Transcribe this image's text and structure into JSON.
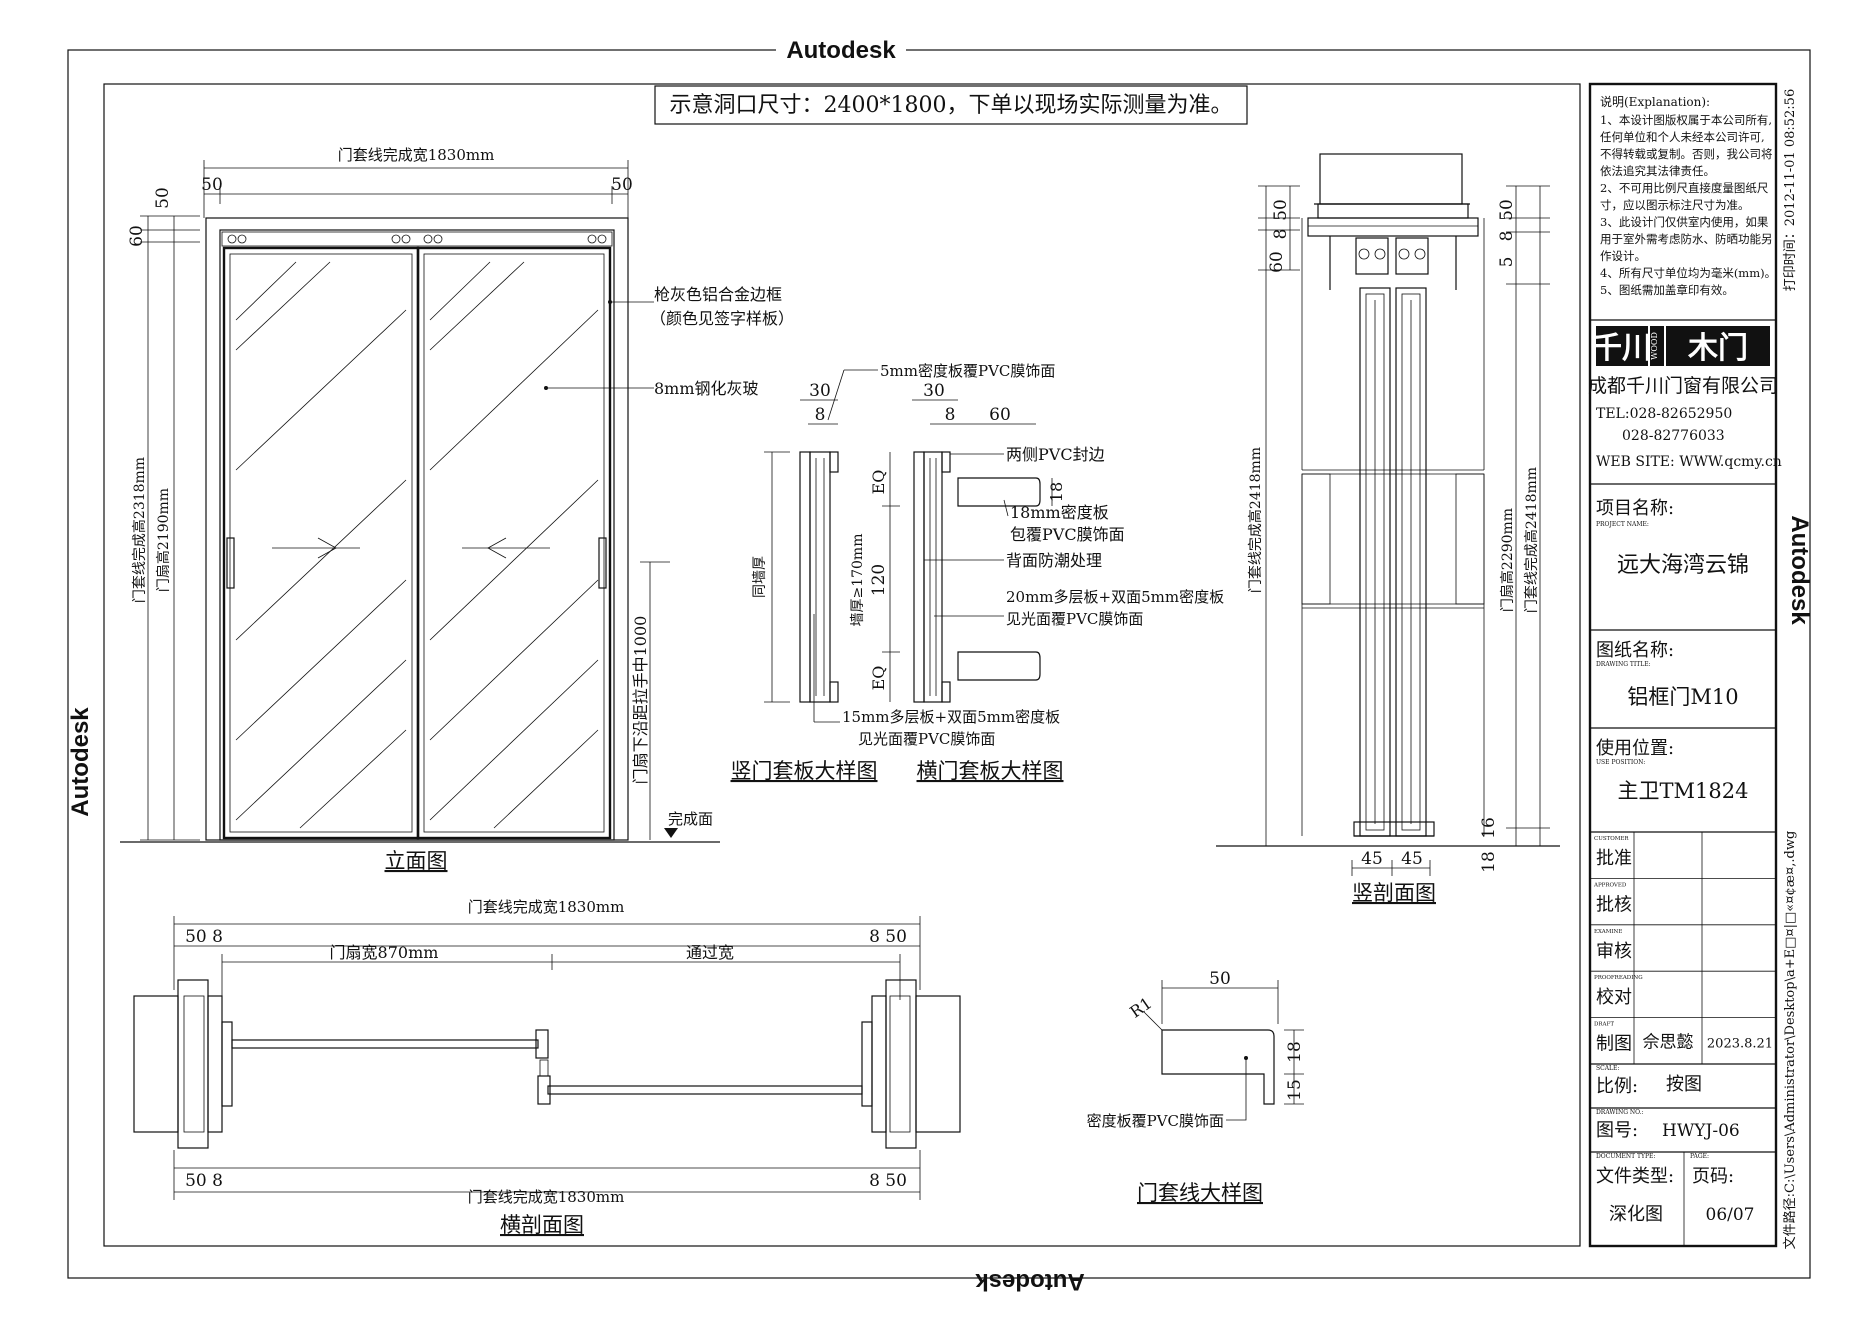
{
  "watermark": {
    "top": "Autodesk",
    "left": "Autodesk",
    "right": "Autodesk",
    "bottom": "Autodesk"
  },
  "note_bar": "示意洞口尺寸：2400*1800，下单以现场实际测量为准。",
  "elevation": {
    "title": "立面图",
    "overall_width": "门套线完成宽1830mm",
    "dim_50_left": "50",
    "dim_50_right": "50",
    "dim_50_top": "50",
    "dim_60": "60",
    "height_total": "门套线完成高2318mm",
    "height_leaf": "门扇高2190mm",
    "handle_height": "门扇下沿距拉手中1000",
    "finish_floor": "完成面",
    "callout_frame_1": "枪灰色铝合金边框",
    "callout_frame_2": "（颜色见签字样板）",
    "callout_glass": "8mm钢化灰玻"
  },
  "casing_detail": {
    "top_note": "5mm密度板覆PVC膜饰面",
    "d30a": "30",
    "d8a": "8",
    "d30b": "30",
    "d8b": "8",
    "d60": "60",
    "eq_top": "EQ",
    "eq_bot": "EQ",
    "d120": "120",
    "d18": "18",
    "wall_thickness": "同墙厚",
    "wall_min": "墙厚≥170mm",
    "pvc_edge": "两侧PVC封边",
    "mdf18_1": "18mm密度板",
    "mdf18_2": "包覆PVC膜饰面",
    "moisture": "背面防潮处理",
    "ply20_1": "20mm多层板+双面5mm密度板",
    "ply20_2": "见光面覆PVC膜饰面",
    "ply15_1": "15mm多层板+双面5mm密度板",
    "ply15_2": "见光面覆PVC膜饰面",
    "title_vertical": "竖门套板大样图",
    "title_horizontal": "横门套板大样图"
  },
  "vertical_section": {
    "title": "竖剖面图",
    "d50l": "50",
    "d8l": "8",
    "d60l": "60",
    "d50r": "50",
    "d8r": "8",
    "d5r": "5",
    "h_total_left": "门套线完成高2418mm",
    "h_leaf": "门扇高2290mm",
    "h_total_right": "门套线完成高2418mm",
    "d16": "16",
    "d18": "18",
    "d45a": "45",
    "d45b": "45"
  },
  "horizontal_section": {
    "title": "横剖面图",
    "overall_top": "门套线完成宽1830mm",
    "overall_bottom": "门套线完成宽1830mm",
    "leaf_width": "门扇宽870mm",
    "pass_width": "通过宽",
    "d50_8_left_top": "50 8",
    "d8_50_right_top": "8 50",
    "d50_8_left_bot": "50 8",
    "d8_50_right_bot": "8 50"
  },
  "casing_line_detail": {
    "title": "门套线大样图",
    "d50": "50",
    "r1": "R1",
    "d18": "18",
    "d15": "15",
    "note": "密度板覆PVC膜饰面"
  },
  "title_block": {
    "explanation_title": "说明(Explanation):",
    "explanation": [
      "1、本设计图版权属于本公司所有,",
      "任何单位和个人未经本公司许可,",
      "不得转载或复制。否则，我公司将",
      "依法追究其法律责任。",
      "2、不可用比例尺直接度量图纸尺",
      "寸，应以图示标注尺寸为准。",
      "3、此设计门仅供室内使用，如果",
      "用于室外需考虑防水、防晒功能另",
      "作设计。",
      "4、所有尺寸单位均为毫米(mm)。",
      "5、图纸需加盖章印有效。"
    ],
    "logo_left": "千川",
    "logo_mid": "WOOD",
    "logo_right": "木门",
    "company": "成都千川门窗有限公司",
    "tel_1": "TEL:028-82652950",
    "tel_2": "028-82776033",
    "web": "WEB SITE: WWW.qcmy.cn",
    "project_label": "项目名称:",
    "project_label_en": "PROJECT NAME:",
    "project": "远大海湾云锦",
    "drawing_label": "图纸名称:",
    "drawing_label_en": "DRAWING TITLE:",
    "drawing": "铝框门M10",
    "position_label": "使用位置:",
    "position_label_en": "USE POSITION:",
    "position": "主卫TM1824",
    "rows": [
      {
        "en": "CUSTOMER",
        "label": "批准",
        "value": ""
      },
      {
        "en": "APPROVED",
        "label": "批核",
        "value": ""
      },
      {
        "en": "EXAMINE",
        "label": "审核",
        "value": ""
      },
      {
        "en": "PROOFREADING",
        "label": "校对",
        "value": ""
      },
      {
        "en": "DRAFT",
        "label": "制图",
        "value": "佘思懿",
        "date": "2023.8.21"
      }
    ],
    "scale_en": "SCALE:",
    "scale_label": "比例:",
    "scale": "按图",
    "drawing_no_en": "DRAWING NO.:",
    "drawing_no_label": "图号:",
    "drawing_no": "HWYJ-06",
    "doc_type_en": "DOCUMENT TYPE:",
    "doc_type_label": "文件类型:",
    "doc_type": "深化图",
    "page_en": "PAGE:",
    "page_label": "页码:",
    "page": "06/07",
    "print_time": "打印时间：2012-11-01 08:52:56",
    "file_path": "文件路径:C:\\Users\\Administrator\\Desktop\\a+E□¤|□«¤¢æ¤,.dwg"
  }
}
